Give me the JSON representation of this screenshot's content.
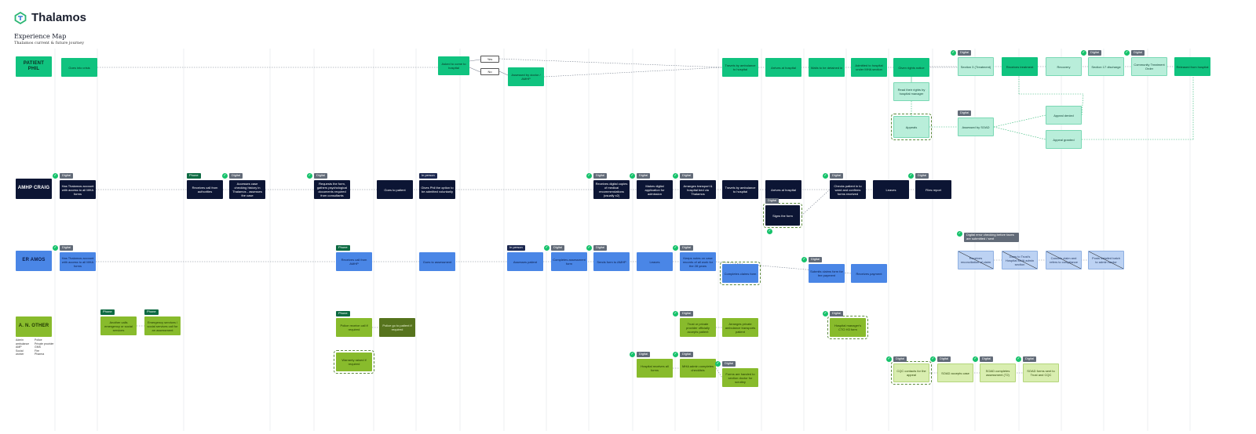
{
  "header": {
    "brand": "Thalamos",
    "title": "Experience Map",
    "subtitle": "Thalamos current & future journey"
  },
  "lanes": [
    {
      "id": "phil",
      "label": "PATIENT PHIL",
      "color": "green"
    },
    {
      "id": "craig",
      "label": "AMHP CRAIG",
      "color": "navy"
    },
    {
      "id": "amos",
      "label": "ER AMOS",
      "color": "blue"
    },
    {
      "id": "other",
      "label": "A. N. OTHER",
      "color": "lime"
    }
  ],
  "legend": {
    "col1": [
      "Admin",
      "ambulance",
      "AMP",
      "Social",
      "worker"
    ],
    "col2": [
      "Police",
      "Private provider",
      "GMS",
      "Fire",
      "Pharma"
    ]
  },
  "nodes": [
    {
      "id": "p1",
      "text": "Goes into crisis",
      "color": "green"
    },
    {
      "id": "p2",
      "text": "Asked to come to hospital",
      "color": "green"
    },
    {
      "id": "p_yes",
      "text": "Yes",
      "color": "white"
    },
    {
      "id": "p_no",
      "text": "No",
      "color": "white"
    },
    {
      "id": "p3",
      "text": "Assessed by doctor / AMHP",
      "color": "green"
    },
    {
      "id": "p4",
      "text": "Travels by ambulance to hospital",
      "color": "green"
    },
    {
      "id": "p5",
      "text": "Arrives at hospital",
      "color": "green"
    },
    {
      "id": "p6",
      "text": "Waits to be detained in",
      "color": "green"
    },
    {
      "id": "p7",
      "text": "Admitted to hospital under MHA section",
      "color": "green"
    },
    {
      "id": "p8",
      "text": "Given rights notice",
      "color": "green"
    },
    {
      "id": "p9",
      "text": "Section 3 (Treatment)",
      "color": "mint",
      "tag": "Digital"
    },
    {
      "id": "p10",
      "text": "Receives treatment",
      "color": "green"
    },
    {
      "id": "p11",
      "text": "Recovery",
      "color": "mint"
    },
    {
      "id": "p12",
      "text": "Section 17 discharge",
      "color": "mint",
      "tag": "Digital"
    },
    {
      "id": "p13",
      "text": "Community Treatment Order",
      "color": "mint",
      "tag": "Digital"
    },
    {
      "id": "p14",
      "text": "Released from hospital",
      "color": "green"
    },
    {
      "id": "p15",
      "text": "Read their rights by hospital manager",
      "color": "mint"
    },
    {
      "id": "p16",
      "text": "Appeals",
      "color": "mint"
    },
    {
      "id": "p17",
      "text": "Assessed by SOAD",
      "color": "mint",
      "tag": "Digital"
    },
    {
      "id": "p18",
      "text": "Appeal denied",
      "color": "mint"
    },
    {
      "id": "p19",
      "text": "Appeal granted",
      "color": "mint"
    },
    {
      "id": "c1",
      "text": "Has Thalamos account with access to all MHA forms",
      "color": "navy",
      "tag": "Digital"
    },
    {
      "id": "c2",
      "text": "Receives call from authorities",
      "color": "navy",
      "tag": "Phone"
    },
    {
      "id": "c3",
      "text": "Accesses case checking history in Thalamos - assesses the case",
      "color": "navy",
      "tag": "Digital"
    },
    {
      "id": "c4",
      "text": "Requests the form, gathers psychological documents required from consultants",
      "color": "navy",
      "tag": "Digital"
    },
    {
      "id": "c5",
      "text": "Goes to patient",
      "color": "navy"
    },
    {
      "id": "c6",
      "text": "Gives Phil the option to be admitted voluntarily",
      "color": "navy",
      "tag": "In person"
    },
    {
      "id": "c7",
      "text": "Receives digital copies of medical recommendations (usually x2)",
      "color": "navy",
      "tag": "Digital"
    },
    {
      "id": "c8",
      "text": "Makes digital application for admission",
      "color": "navy",
      "tag": "Digital"
    },
    {
      "id": "c9",
      "text": "Arranges transport & hospital bed via Thalamos",
      "color": "navy",
      "tag": "Digital"
    },
    {
      "id": "c10",
      "text": "Travels by ambulance to hospital",
      "color": "navy"
    },
    {
      "id": "c11",
      "text": "Arrives at hospital",
      "color": "navy"
    },
    {
      "id": "c12",
      "text": "Checks patient in to ward and confirms forms received",
      "color": "navy",
      "tag": "Digital"
    },
    {
      "id": "c13",
      "text": "Leaves",
      "color": "navy"
    },
    {
      "id": "c14",
      "text": "Files report",
      "color": "navy",
      "tag": "Digital"
    },
    {
      "id": "c15",
      "text": "Signs the form",
      "color": "navy",
      "tag": "Digital"
    },
    {
      "id": "a1",
      "text": "Has Thalamos account with access to all MHA forms",
      "color": "blue",
      "tag": "Digital"
    },
    {
      "id": "a2",
      "text": "Receives call from AMHP",
      "color": "blue",
      "tag": "Phone"
    },
    {
      "id": "a3",
      "text": "Goes to assessment",
      "color": "blue"
    },
    {
      "id": "a4",
      "text": "Assesses patient",
      "color": "blue",
      "tag": "In person"
    },
    {
      "id": "a5",
      "text": "Completes assessment form",
      "color": "blue",
      "tag": "Digital"
    },
    {
      "id": "a6",
      "text": "Sends form to AMHP",
      "color": "blue",
      "tag": "Digital"
    },
    {
      "id": "a7",
      "text": "Leaves",
      "color": "blue"
    },
    {
      "id": "a8",
      "text": "Keeps notes on case records of all work for the 28 years",
      "color": "blue",
      "tag": "Digital"
    },
    {
      "id": "a9",
      "text": "Completes claims form",
      "color": "blue"
    },
    {
      "id": "a10",
      "text": "Submits claims form for fee payment",
      "color": "blue",
      "tag": "Digital"
    },
    {
      "id": "a11",
      "text": "Receives payment",
      "color": "blue"
    },
    {
      "id": "a12",
      "text": "Receives reconciliation of claim",
      "color": "lblue"
    },
    {
      "id": "a13",
      "text": "Goes to Trust's Hospital MHA admin section",
      "color": "lblue"
    },
    {
      "id": "a14",
      "text": "Cancels claim and refers to compliance",
      "color": "lblue"
    },
    {
      "id": "a15",
      "text": "Posts detailed batch to admin sector",
      "color": "lblue"
    },
    {
      "id": "a_note",
      "text": "Digital error checking before faxes are submitted / sent",
      "color": "grey"
    },
    {
      "id": "o1",
      "text": "Another calls emergency or social services",
      "color": "lime",
      "tag": "Phone"
    },
    {
      "id": "o2",
      "text": "Emergency services / social services call for an assessment",
      "color": "lime",
      "tag": "Phone"
    },
    {
      "id": "o3",
      "text": "Police receive call if required",
      "color": "lime",
      "tag": "Phone"
    },
    {
      "id": "o4",
      "text": "Police go to patient if required",
      "color": "dolive"
    },
    {
      "id": "o5",
      "text": "Warranty raised if required",
      "color": "lime"
    },
    {
      "id": "o6",
      "text": "Trust or private provider officially accepts patient",
      "color": "lime",
      "tag": "Digital"
    },
    {
      "id": "o7",
      "text": "Arranges private ambulance transports patient",
      "color": "lime"
    },
    {
      "id": "o8",
      "text": "Hospital manager's CTO H3 form",
      "color": "lime",
      "tag": "Digital"
    },
    {
      "id": "o9",
      "text": "Hospital receives all forms",
      "color": "lime",
      "tag": "Digital"
    },
    {
      "id": "o10",
      "text": "MHA admin completes checklists",
      "color": "lime",
      "tag": "Digital"
    },
    {
      "id": "o11",
      "text": "Forms are handed to section doctor for scrutiny",
      "color": "lime",
      "tag": "Digital"
    },
    {
      "id": "o12",
      "text": "CQC contacts for the appeal",
      "color": "pale",
      "tag": "Digital"
    },
    {
      "id": "o13",
      "text": "SOAD accepts case",
      "color": "pale",
      "tag": "Digital"
    },
    {
      "id": "o14",
      "text": "SOAD completes assessment (T2)",
      "color": "pale",
      "tag": "Digital"
    },
    {
      "id": "o15",
      "text": "SOAD forms sent to Trust and CQC",
      "color": "pale",
      "tag": "Digital"
    }
  ]
}
